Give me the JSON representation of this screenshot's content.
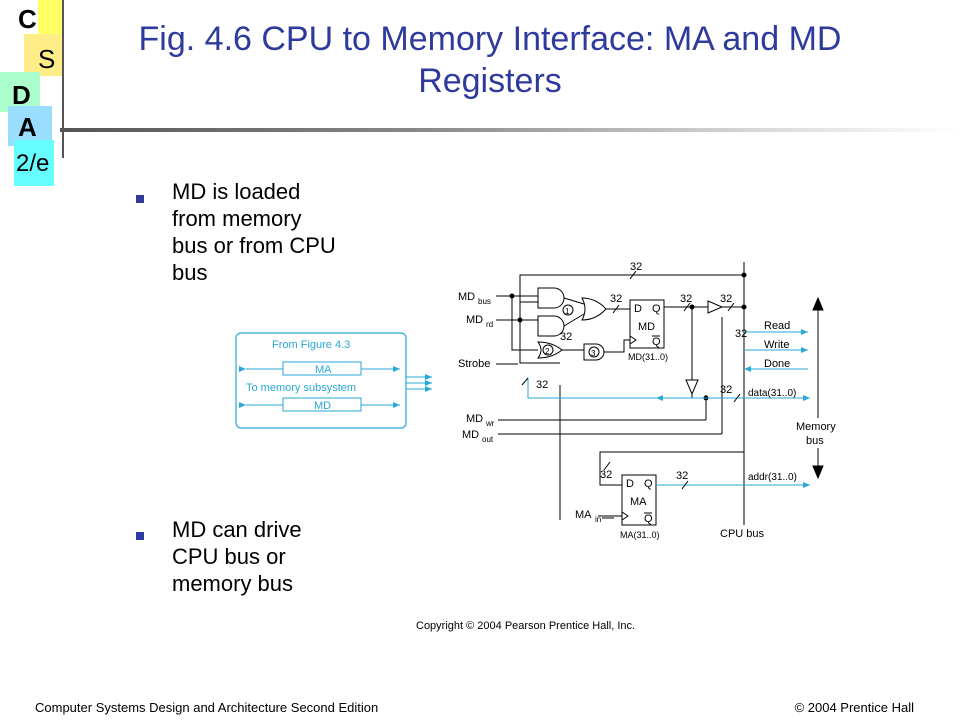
{
  "logo": {
    "letters": [
      "C",
      "S",
      "D",
      "A",
      "2/e"
    ],
    "colors": [
      "#ffff66",
      "#ffee88",
      "#aaffcc",
      "#99ddff",
      "#66ffff"
    ]
  },
  "title": {
    "line1": "Fig. 4.6 CPU to Memory Interface: MA and MD",
    "line2": "Registers"
  },
  "bullets": [
    "MD is loaded from memory bus or from CPU bus",
    "MD can drive CPU bus or memory bus"
  ],
  "figure": {
    "inset_title": "From Figure 4.3",
    "ma_label": "MA",
    "mem_subsystem": "To memory subsystem",
    "md_label": "MD",
    "md_bus": "MD",
    "md_bus_sub": "bus",
    "md_rd": "MD",
    "md_rd_sub": "rd",
    "strobe": "Strobe",
    "md_wr": "MD",
    "md_wr_sub": "wr",
    "md_out": "MD",
    "md_out_sub": "out",
    "ma_in": "MA",
    "ma_in_sub": "in",
    "gate1": "1",
    "gate2": "2",
    "gate3": "3",
    "d_label": "D",
    "q_label": "Q",
    "md_reg_label": "MD",
    "md_reg_bits": "MD(31..0)",
    "ma_reg_label": "MA",
    "ma_reg_bits": "MA(31..0)",
    "width": "32",
    "read": "Read",
    "write": "Write",
    "done": "Done",
    "data": "data(31..0)",
    "addr": "addr(31..0)",
    "memory_bus_1": "Memory",
    "memory_bus_2": "bus",
    "cpu_bus": "CPU bus"
  },
  "copyright": "Copyright © 2004 Pearson Prentice Hall, Inc.",
  "footer": {
    "left": "Computer Systems Design and Architecture Second Edition",
    "right": "© 2004 Prentice Hall"
  }
}
